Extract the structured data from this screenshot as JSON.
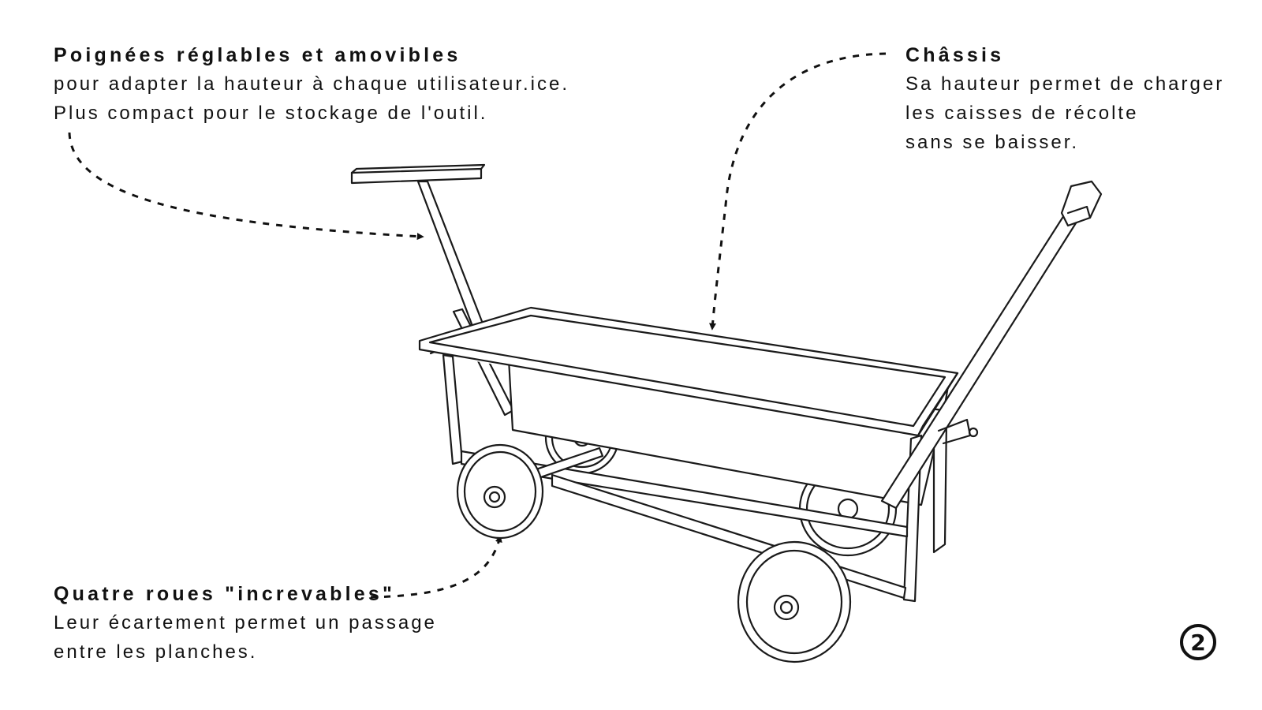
{
  "annotations": {
    "handles": {
      "title": "Poignées réglables et amovibles",
      "lines": [
        "pour adapter la hauteur à chaque utilisateur.ice.",
        "Plus compact pour le stockage de l'outil."
      ]
    },
    "chassis": {
      "title": "Châssis",
      "lines": [
        "Sa hauteur permet de charger",
        "les caisses de récolte",
        "sans se baisser."
      ]
    },
    "wheels": {
      "title": "Quatre roues \"increvables\"",
      "lines": [
        "Leur écartement permet un passage",
        "entre les planches."
      ]
    }
  },
  "page_number": "2",
  "colors": {
    "ink": "#111111",
    "background": "#ffffff"
  },
  "illustration": "garden-cart-line-drawing"
}
